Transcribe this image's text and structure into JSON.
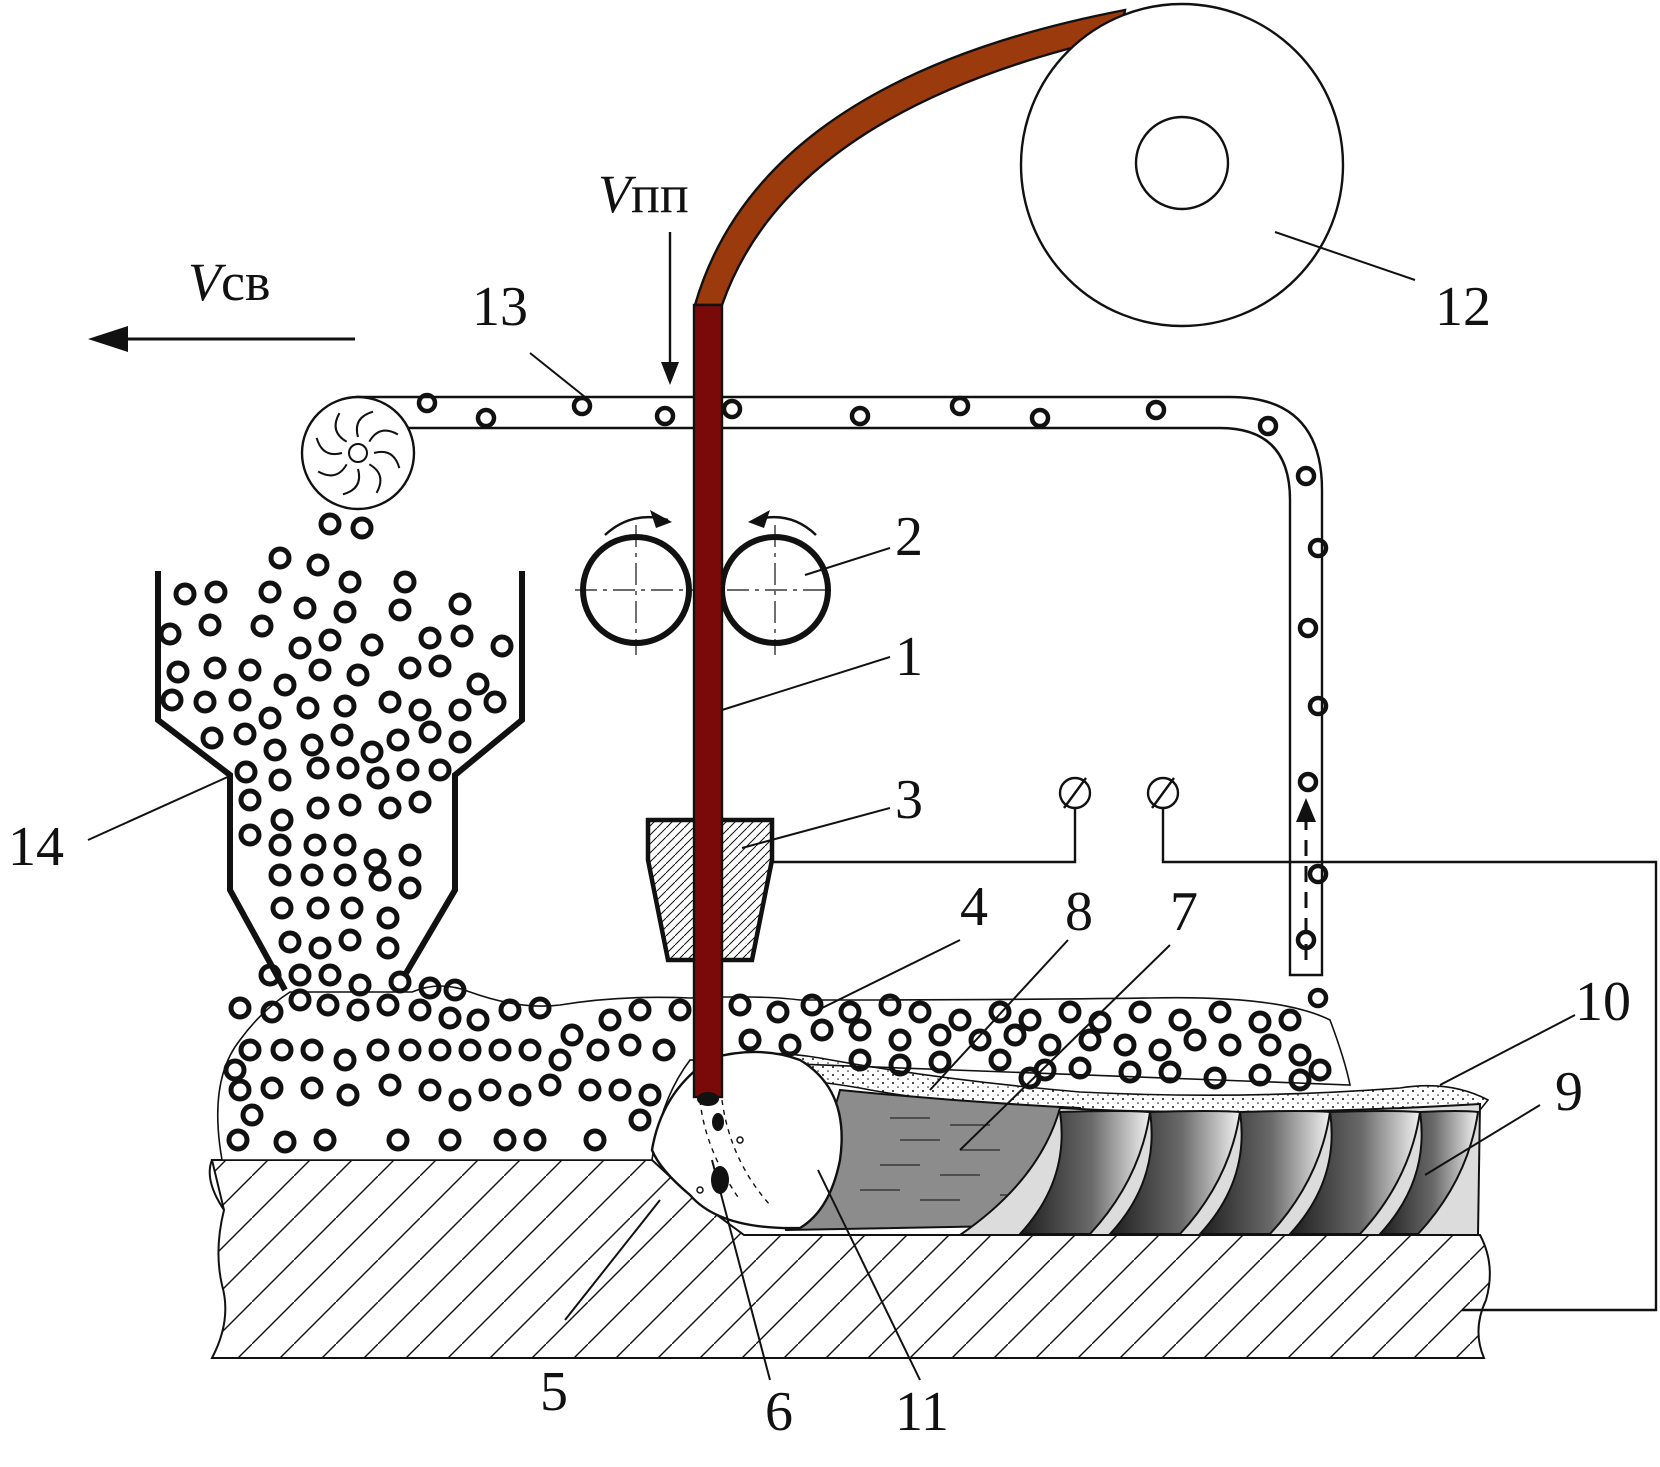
{
  "labels": {
    "n1": "1",
    "n2": "2",
    "n3": "3",
    "n4": "4",
    "n5": "5",
    "n6": "6",
    "n7": "7",
    "n8": "8",
    "n9": "9",
    "n10": "10",
    "n11": "11",
    "n12": "12",
    "n13": "13",
    "n14": "14"
  },
  "speeds": {
    "weld_symbol": "V",
    "weld_subscript": "св",
    "feed_symbol": "V",
    "feed_subscript": "пп"
  },
  "colors": {
    "wire": "#7a0a0a",
    "wire_guide": "#9b3a0c",
    "slag_pool": "#8c8c8c",
    "weld_bead_dark": "#1e1e1e",
    "weld_bead_light": "#f0f0f0",
    "line": "#111111"
  }
}
